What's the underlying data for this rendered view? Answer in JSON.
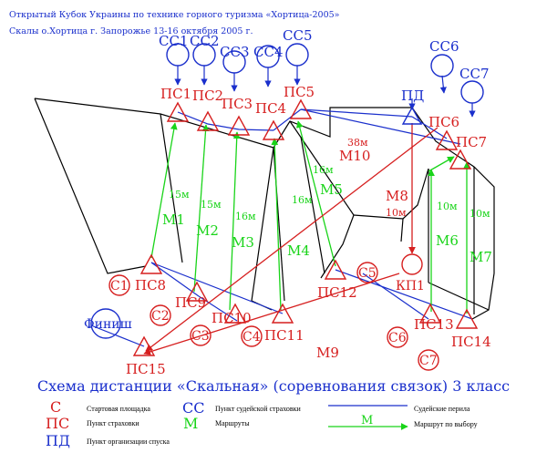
{
  "header": {
    "line1": "Открытый Кубок Украины по технике горного туризма «Хортица-2005»",
    "line2": "Скалы о.Хортица г. Запорожье 13-16 октября 2005 г."
  },
  "judge_points": [
    "СС1",
    "СС2",
    "СС3",
    "СС4",
    "СС5",
    "СС6",
    "СС7"
  ],
  "belay_points": [
    "ПС1",
    "ПС2",
    "ПС3",
    "ПС4",
    "ПС5",
    "ПС6",
    "ПС7",
    "ПС8",
    "ПС9",
    "ПС10",
    "ПС11",
    "ПС12",
    "ПС13",
    "ПС14",
    "ПС15"
  ],
  "start_points": [
    "С1",
    "С2",
    "С3",
    "С4",
    "С5",
    "С6",
    "С7"
  ],
  "descent_point": "ПД",
  "checkpoint": "КП1",
  "finish": "Финиш",
  "routes": [
    {
      "name": "М1",
      "length": "15м"
    },
    {
      "name": "М2",
      "length": "15м"
    },
    {
      "name": "М3",
      "length": "16м"
    },
    {
      "name": "М4",
      "length": "16м"
    },
    {
      "name": "М5",
      "length": "16м"
    },
    {
      "name": "М6",
      "length": "10м"
    },
    {
      "name": "М7",
      "length": "10м"
    },
    {
      "name": "М8",
      "length": "10м"
    },
    {
      "name": "М9",
      "length": ""
    },
    {
      "name": "М10",
      "length": "38м"
    }
  ],
  "title": "Схема дистанции «Скальная» (соревнования связок) 3 класс",
  "legend": {
    "start_symbol": "С",
    "start_text": "Стартовая площадка",
    "belay_symbol": "ПС",
    "belay_text": "Пункт страховки",
    "descent_symbol": "ПД",
    "descent_text": "Пункт организации спуска",
    "judge_symbol": "СС",
    "judge_text": "Пункт судейской страховки",
    "route_symbol": "М",
    "route_text": "Маршруты",
    "rope_text": "Судейские перила",
    "choice_symbol": "М",
    "choice_text": "Маршрут по выбору"
  },
  "colors": {
    "red": "#d61f1f",
    "blue": "#1a2fcc",
    "green": "#19d419",
    "black": "#000000"
  }
}
